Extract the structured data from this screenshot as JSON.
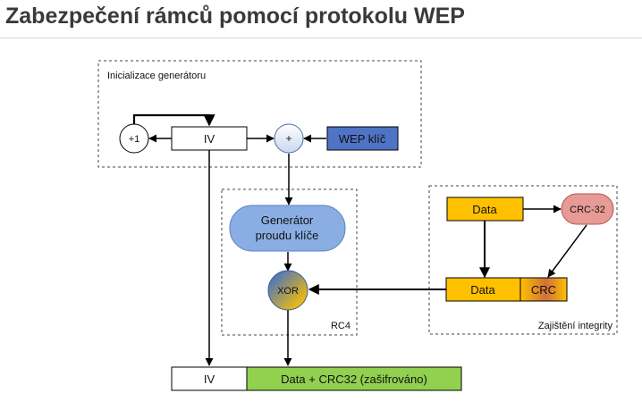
{
  "slide": {
    "title": "Zabezpečení rámců pomocí protokolu WEP"
  },
  "diagram": {
    "group_init_label": "Inicializace generátoru",
    "group_rc4_label": "RC4",
    "group_integrity_label": "Zajištění integrity",
    "nodes": {
      "plus_one": "+1",
      "iv_top": "IV",
      "plus": "+",
      "wep_key": "WEP klíč",
      "generator_line1": "Generátor",
      "generator_line2": "proudu klíče",
      "xor": "XOR",
      "data_top": "Data",
      "crc32_node": "CRC-32",
      "data_bottom": "Data",
      "crc_bottom": "CRC",
      "iv_output": "IV",
      "output_payload": "Data + CRC32 (zašifrováno)"
    },
    "colors": {
      "wep_key_fill": "#4f73c5",
      "generator_fill": "#8aaee3",
      "data_fill": "#ffc000",
      "crc32_fill": "#e69b96",
      "output_fill": "#92d050",
      "xor_top": "#4472c4",
      "xor_bottom": "#ffc000"
    }
  }
}
